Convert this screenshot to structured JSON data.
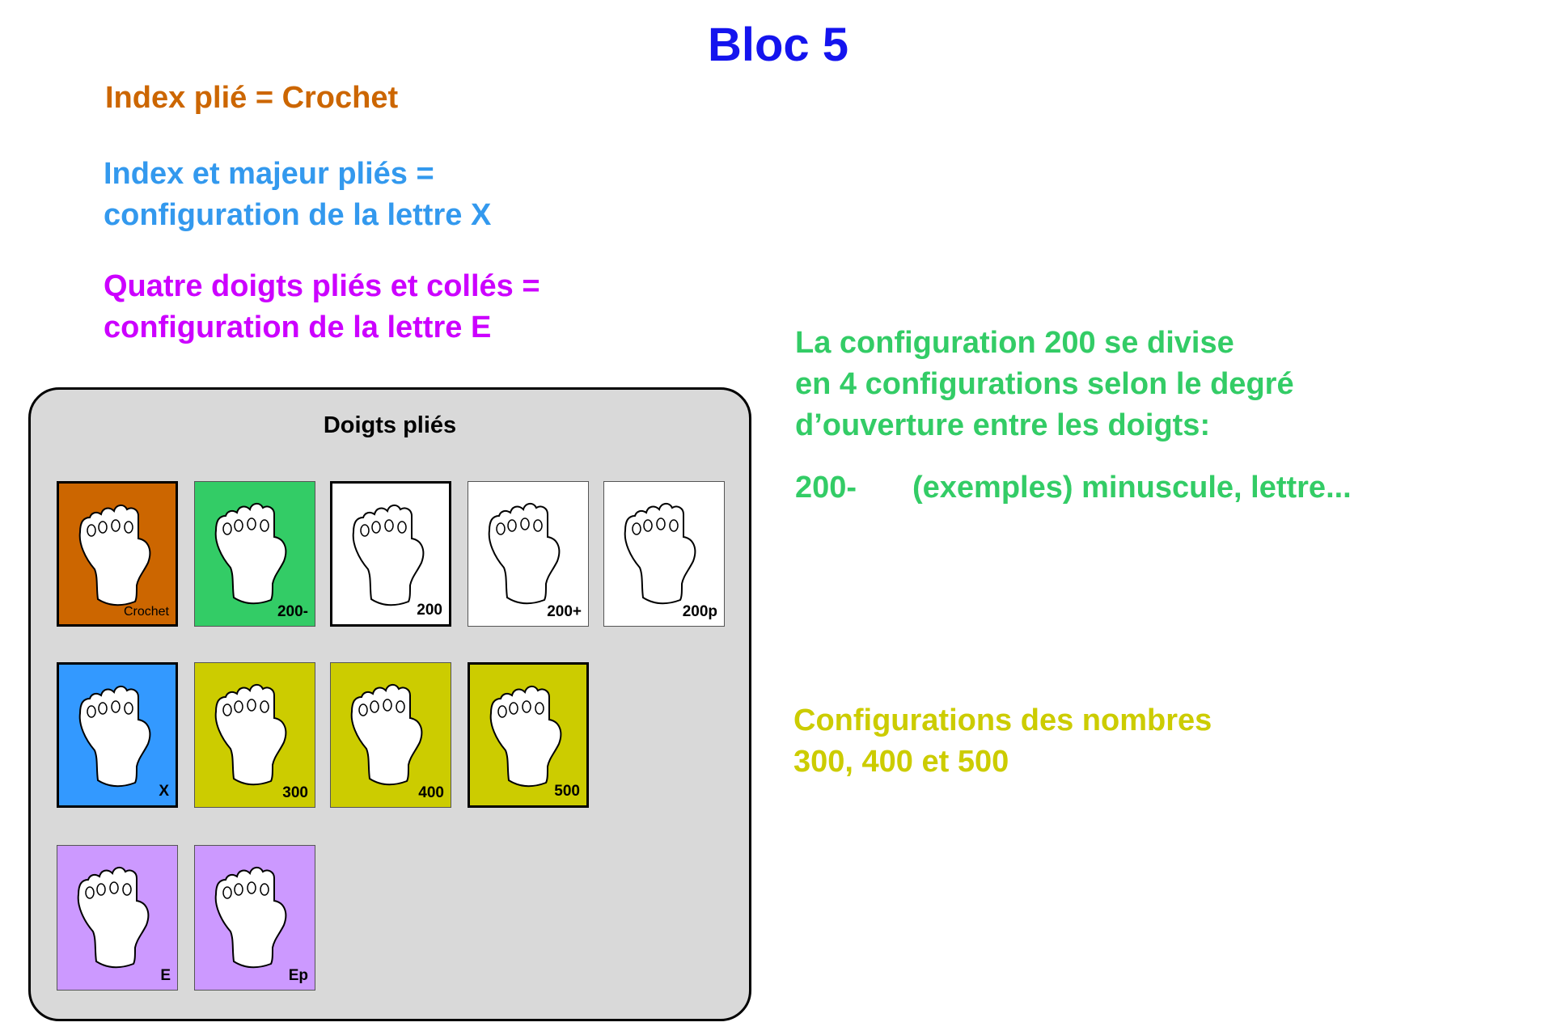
{
  "title": "Bloc 5",
  "notes": {
    "crochet": "Index plié = Crochet",
    "x_line1": "Index et majeur pliés =",
    "x_line2": "configuration de la lettre X",
    "e_line1": "Quatre doigts pliés et collés =",
    "e_line2": "configuration de la lettre E"
  },
  "panel": {
    "title": "Doigts pliés",
    "cards": [
      {
        "label": "Crochet",
        "color": "#CC6600",
        "thick": true
      },
      {
        "label": "200-",
        "color": "#33CC66",
        "thick": false
      },
      {
        "label": "200",
        "color": "#FFFFFF",
        "thick": true
      },
      {
        "label": "200+",
        "color": "#FFFFFF",
        "thick": false
      },
      {
        "label": "200p",
        "color": "#FFFFFF",
        "thick": false
      },
      {
        "label": "X",
        "color": "#3399FF",
        "thick": true
      },
      {
        "label": "300",
        "color": "#CCCC00",
        "thick": false
      },
      {
        "label": "400",
        "color": "#CCCC00",
        "thick": false
      },
      {
        "label": "500",
        "color": "#CCCC00",
        "thick": true
      },
      {
        "label": "E",
        "color": "#CC99FF",
        "thick": false
      },
      {
        "label": "Ep",
        "color": "#CC99FF",
        "thick": false
      }
    ]
  },
  "right": {
    "g200_line1": "La configuration 200 se divise",
    "g200_line2": "en 4 configurations selon le degré",
    "g200_line3": "d’ouverture entre les doigts:",
    "ex_code": "200-",
    "ex_text": "(exemples) minuscule, lettre...",
    "nums_line1": "Configurations des nombres",
    "nums_line2": "300, 400 et 500"
  }
}
